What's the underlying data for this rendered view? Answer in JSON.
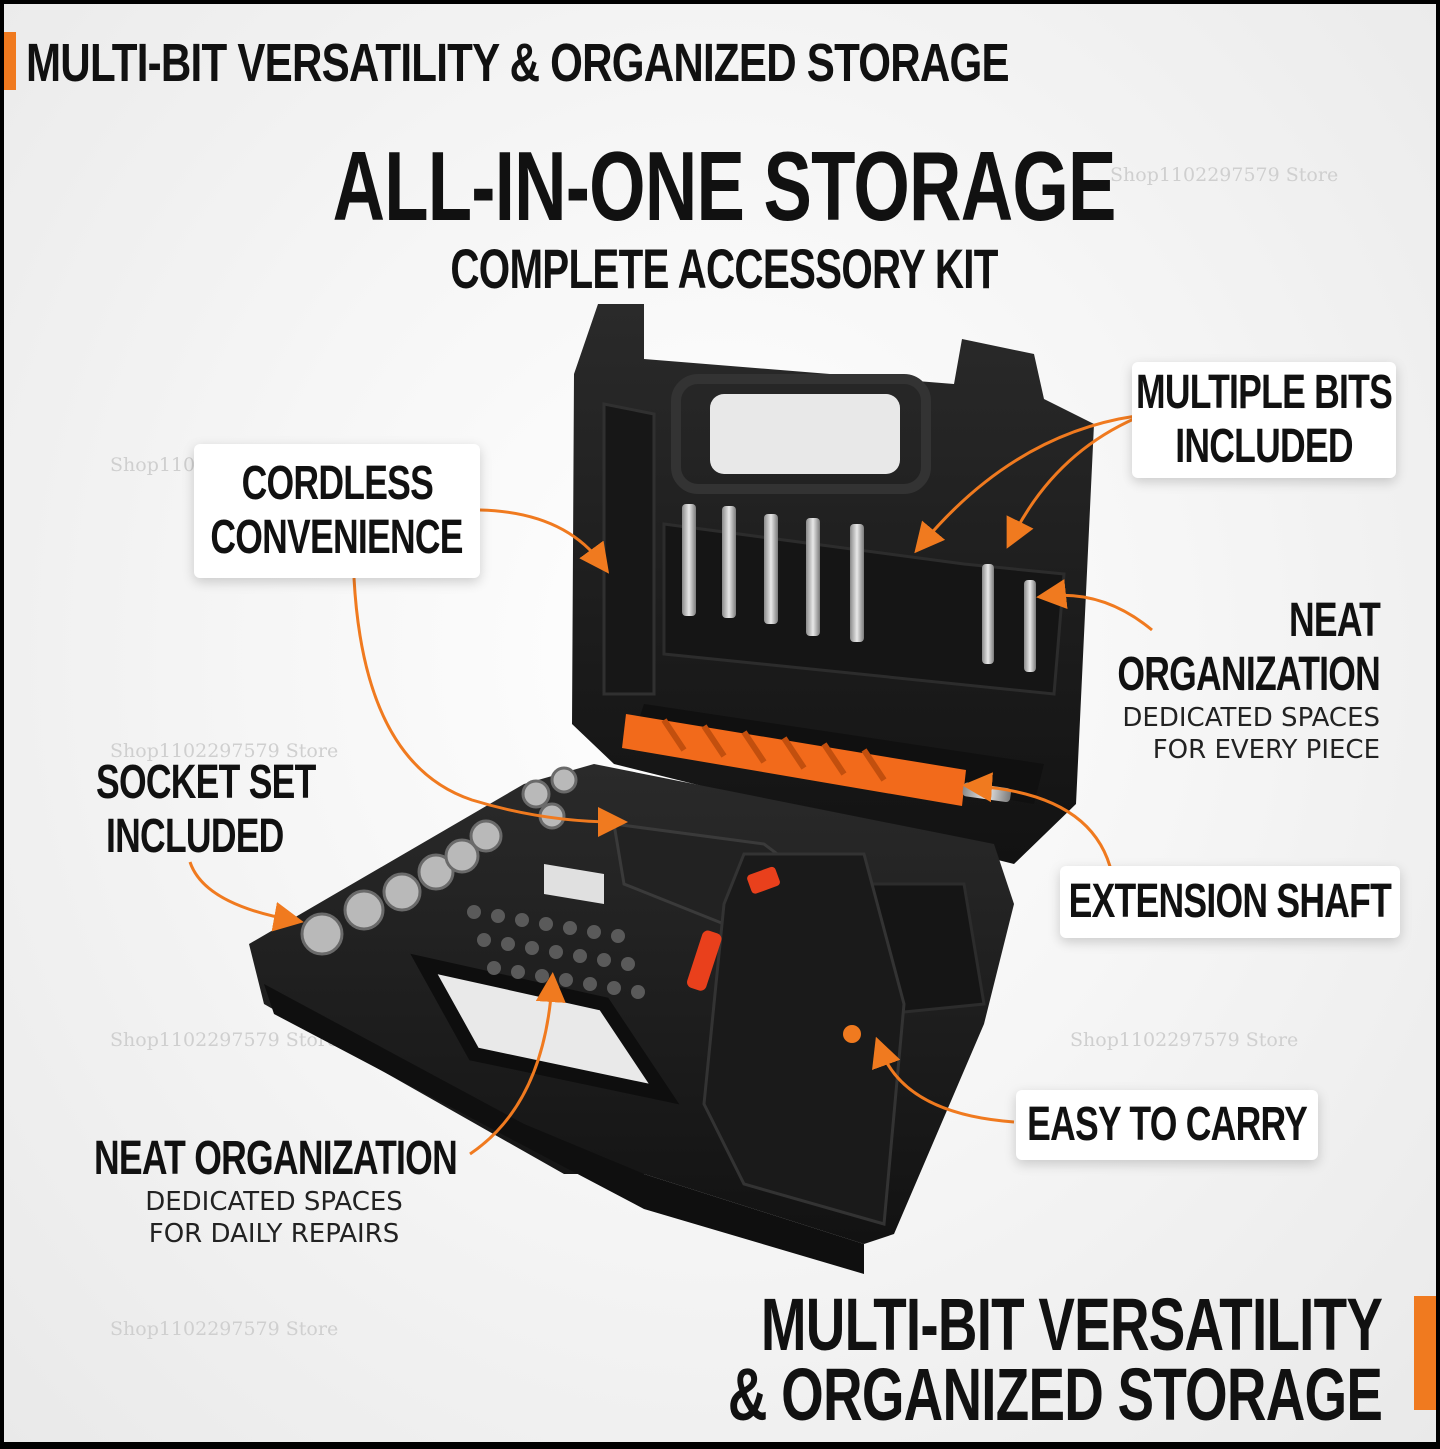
{
  "top_banner": {
    "text": "MULTI-BIT VERSATILITY & ORGANIZED STORAGE"
  },
  "title": "ALL-IN-ONE STORAGE",
  "subtitle": "COMPLETE ACCESSORY KIT",
  "callouts": {
    "cordless": {
      "line1": "CORDLESS",
      "line2": "CONVENIENCE"
    },
    "bits": {
      "line1": "MULTIPLE BITS",
      "line2": "INCLUDED"
    },
    "neat_top": {
      "head1": "NEAT",
      "head2": "ORGANIZATION",
      "sub1": "DEDICATED SPACES",
      "sub2": "FOR EVERY PIECE"
    },
    "socket": {
      "line1": "SOCKET SET",
      "line2": "INCLUDED"
    },
    "extension": {
      "line1": "EXTENSION SHAFT"
    },
    "carry": {
      "line1": "EASY TO CARRY"
    },
    "neat_bottom": {
      "head1": "NEAT ORGANIZATION",
      "sub1": "DEDICATED SPACES",
      "sub2": "FOR DAILY REPAIRS"
    }
  },
  "bottom_banner": {
    "line1": "MULTI-BIT VERSATILITY",
    "line2": "& ORGANIZED STORAGE"
  },
  "watermark": "Shop1102297579 Store",
  "colors": {
    "accent": "#f07a1f",
    "case": "#1d1d1d",
    "text": "#111111"
  }
}
